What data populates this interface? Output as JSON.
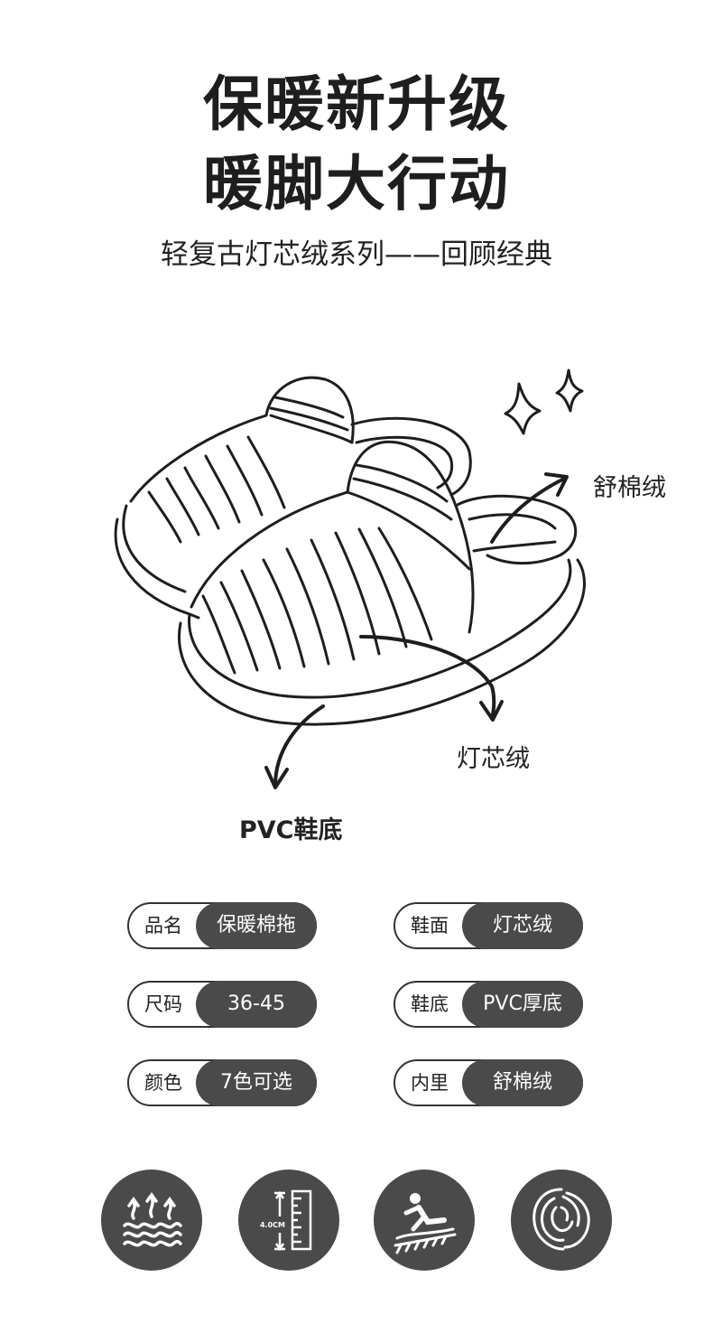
{
  "headline": {
    "line1": "保暖新升级",
    "line2": "暖脚大行动",
    "subtitle": "轻复古灯芯绒系列——回顾经典"
  },
  "callouts": {
    "upper_lining": "舒棉绒",
    "upper": "灯芯绒",
    "sole": "PVC鞋底"
  },
  "specs": [
    {
      "key": "品名",
      "value": "保暖棉拖"
    },
    {
      "key": "鞋面",
      "value": "灯芯绒"
    },
    {
      "key": "尺码",
      "value": "36-45"
    },
    {
      "key": "鞋底",
      "value": "PVC厚底"
    },
    {
      "key": "颜色",
      "value": "7色可选"
    },
    {
      "key": "内里",
      "value": "舒棉绒"
    }
  ],
  "features": [
    {
      "icon": "warmth-waves-icon"
    },
    {
      "icon": "ruler-height-icon",
      "text": "4.0CM"
    },
    {
      "icon": "anti-slip-icon"
    },
    {
      "icon": "soft-fiber-icon"
    }
  ],
  "colors": {
    "pill_dark": "#4a4a4a",
    "outline": "#333333"
  }
}
